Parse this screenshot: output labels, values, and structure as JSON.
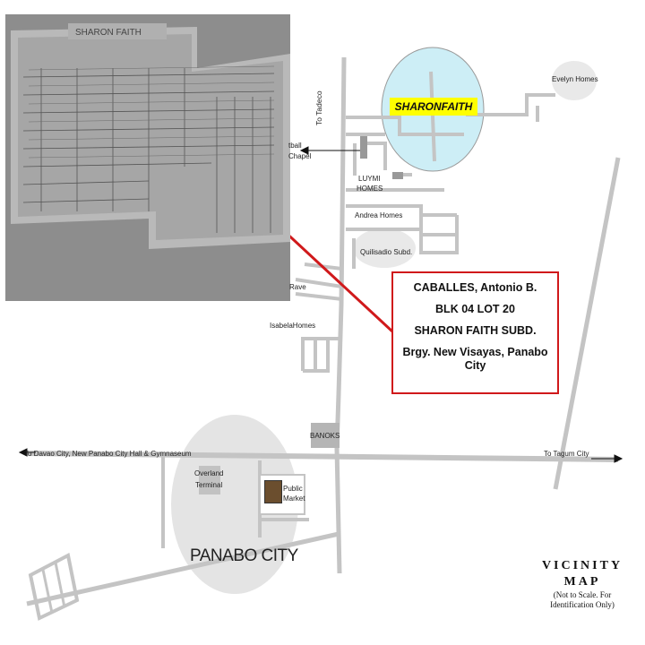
{
  "colors": {
    "accent_red": "#d0191b",
    "highlight_yellow": "#ffff00",
    "zone_blue": "#cdeef6",
    "road_gray": "#c4c4c4"
  },
  "labels": {
    "sharon_faith": "SHARONFAITH",
    "evelyn_homes": "Evelyn Homes",
    "to_tadeco": "To Tadeco",
    "ball_chapel_1": "tball",
    "ball_chapel_2": "Chapel",
    "luymi_1": "LUYMI",
    "luymi_2": "HOMES",
    "andrea_homes": "Andrea Homes",
    "quilisadio": "Quilisadio Subd.",
    "rave": "Rave",
    "isabela_homes": "IsabelaHomes",
    "banoks": "BANOKS",
    "to_davao": "To Davao City, New Panabo City Hall & Gymnaseum",
    "to_tagum": "To Tagum City",
    "overland_1": "Overland",
    "overland_2": "Terminal",
    "public_market_1": "Public",
    "public_market_2": "Market",
    "panabo_city": "PANABO CITY"
  },
  "info_box": {
    "owner": "CABALLES, Antonio B.",
    "lot": "BLK 04 LOT 20",
    "subdivision": "SHARON FAITH SUBD.",
    "address": "Brgy. New Visayas, Panabo City"
  },
  "title": {
    "line1": "VICINITY",
    "line2": "MAP",
    "note": "(Not to Scale. For Identification Only)"
  },
  "photo_header": "SHARON FAITH"
}
